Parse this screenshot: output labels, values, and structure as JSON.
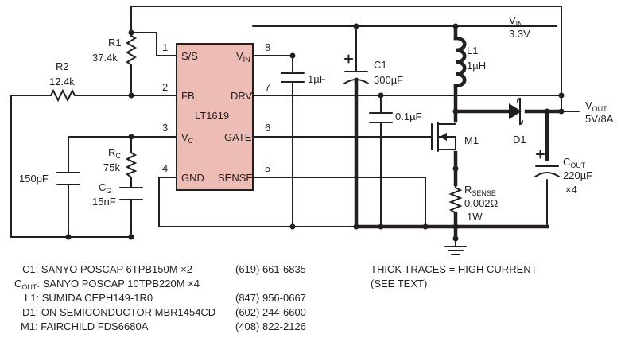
{
  "ic": {
    "name": "LT1619",
    "pins": {
      "ss": "S/S",
      "vin_sym": "V",
      "vin_sub": "IN",
      "fb": "FB",
      "drv": "DRV",
      "vc_sym": "V",
      "vc_sub": "C",
      "gate": "GATE",
      "gnd": "GND",
      "sense": "SENSE"
    },
    "pin_numbers": {
      "p1": "1",
      "p2": "2",
      "p3": "3",
      "p4": "4",
      "p5": "5",
      "p6": "6",
      "p7": "7",
      "p8": "8"
    },
    "fill_color": "#edbcb5"
  },
  "components": {
    "r1": {
      "ref": "R1",
      "value": "37.4k"
    },
    "r2": {
      "ref": "R2",
      "value": "12.4k"
    },
    "rc": {
      "ref_main": "R",
      "ref_sub": "C",
      "value": "75k"
    },
    "cg": {
      "ref_main": "C",
      "ref_sub": "G",
      "value": "15nF"
    },
    "c150": {
      "value": "150pF"
    },
    "c1uf": {
      "value": "1µF"
    },
    "c1": {
      "ref": "C1",
      "value": "300µF"
    },
    "c01": {
      "value": "0.1µF"
    },
    "l1": {
      "ref": "L1",
      "value": "1µH"
    },
    "m1": {
      "ref": "M1"
    },
    "d1": {
      "ref": "D1"
    },
    "cout": {
      "ref_main": "C",
      "ref_sub": "OUT",
      "value": "220µF",
      "mult": "×4"
    },
    "rsense": {
      "ref_main": "R",
      "ref_sub": "SENSE",
      "value": "0.002Ω",
      "power": "1W"
    }
  },
  "rails": {
    "vin": {
      "sym": "V",
      "sub": "IN",
      "value": "3.3V"
    },
    "vout": {
      "sym": "V",
      "sub": "OUT",
      "value": "5V/8A"
    }
  },
  "note": {
    "line1": "THICK TRACES = HIGH CURRENT",
    "line2": "(SEE TEXT)"
  },
  "bom": [
    {
      "ref_main": "C1",
      "ref_sub": "",
      "part": ": SANYO POSCAP 6TPB150M ×2",
      "phone": "(619) 661-6835"
    },
    {
      "ref_main": "C",
      "ref_sub": "OUT",
      "part": ": SANYO POSCAP 10TPB220M ×4",
      "phone": ""
    },
    {
      "ref_main": "L1",
      "ref_sub": "",
      "part": ": SUMIDA CEPH149-1R0",
      "phone": "(847) 956-0667"
    },
    {
      "ref_main": "D1",
      "ref_sub": "",
      "part": ": ON SEMICONDUCTOR MBR1454CD",
      "phone": "(602) 244-6600"
    },
    {
      "ref_main": "M1",
      "ref_sub": "",
      "part": ": FAIRCHILD FDS6680A",
      "phone": "(408) 822-2126"
    }
  ]
}
